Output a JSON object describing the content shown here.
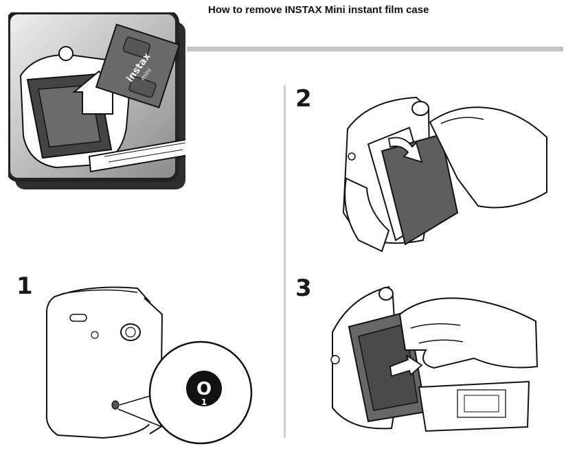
{
  "header": {
    "title": "How to remove INSTAX Mini instant film case"
  },
  "hero": {
    "film_pack_brand": "instax",
    "film_pack_model": "mini"
  },
  "steps": [
    {
      "number": "1"
    },
    {
      "number": "2"
    },
    {
      "number": "3"
    }
  ],
  "step1": {
    "callout_label": "O",
    "callout_sub": "1"
  },
  "colors": {
    "text": "#111111",
    "rule": "#c4c4c4",
    "panel_dark": "#333333",
    "film_pack": "#666666"
  }
}
